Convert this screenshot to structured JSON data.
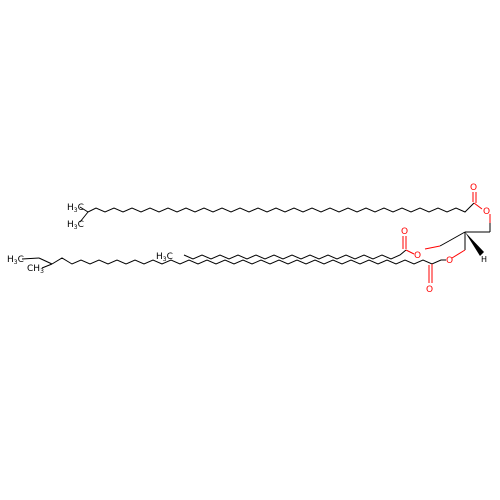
{
  "molecule": {
    "atoms": {
      "ester_oxygen": "O",
      "carbonyl_oxygen": "O",
      "stereo_hydrogen": "H",
      "methyl_carbon": "C",
      "hydrogen_count": "3"
    },
    "colors": {
      "bond": "#000000",
      "oxygen": "#ff0000",
      "background": "#ffffff"
    }
  }
}
